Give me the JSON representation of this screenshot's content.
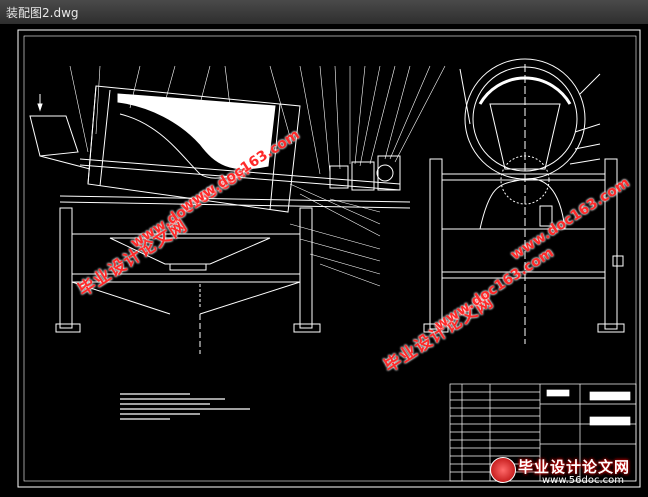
{
  "window": {
    "title": "装配图2.dwg"
  },
  "watermarks": [
    {
      "cn": "毕业设计论文网",
      "url": "www.doc163.com"
    },
    {
      "cn": "毕业设计论文网",
      "url": "www.doc163.com"
    },
    {
      "cn": "毕业设计论文网",
      "url": "www.doc163.com"
    },
    {
      "cn": "毕业设计论文网",
      "url": "www.doc163.com"
    }
  ],
  "footer_logo": {
    "cn": "毕业设计论文网",
    "url": "www.56doc.com"
  },
  "colors": {
    "frame": "#ffffff",
    "callout": "#ffffff",
    "watermark": "#ff2a2a"
  }
}
